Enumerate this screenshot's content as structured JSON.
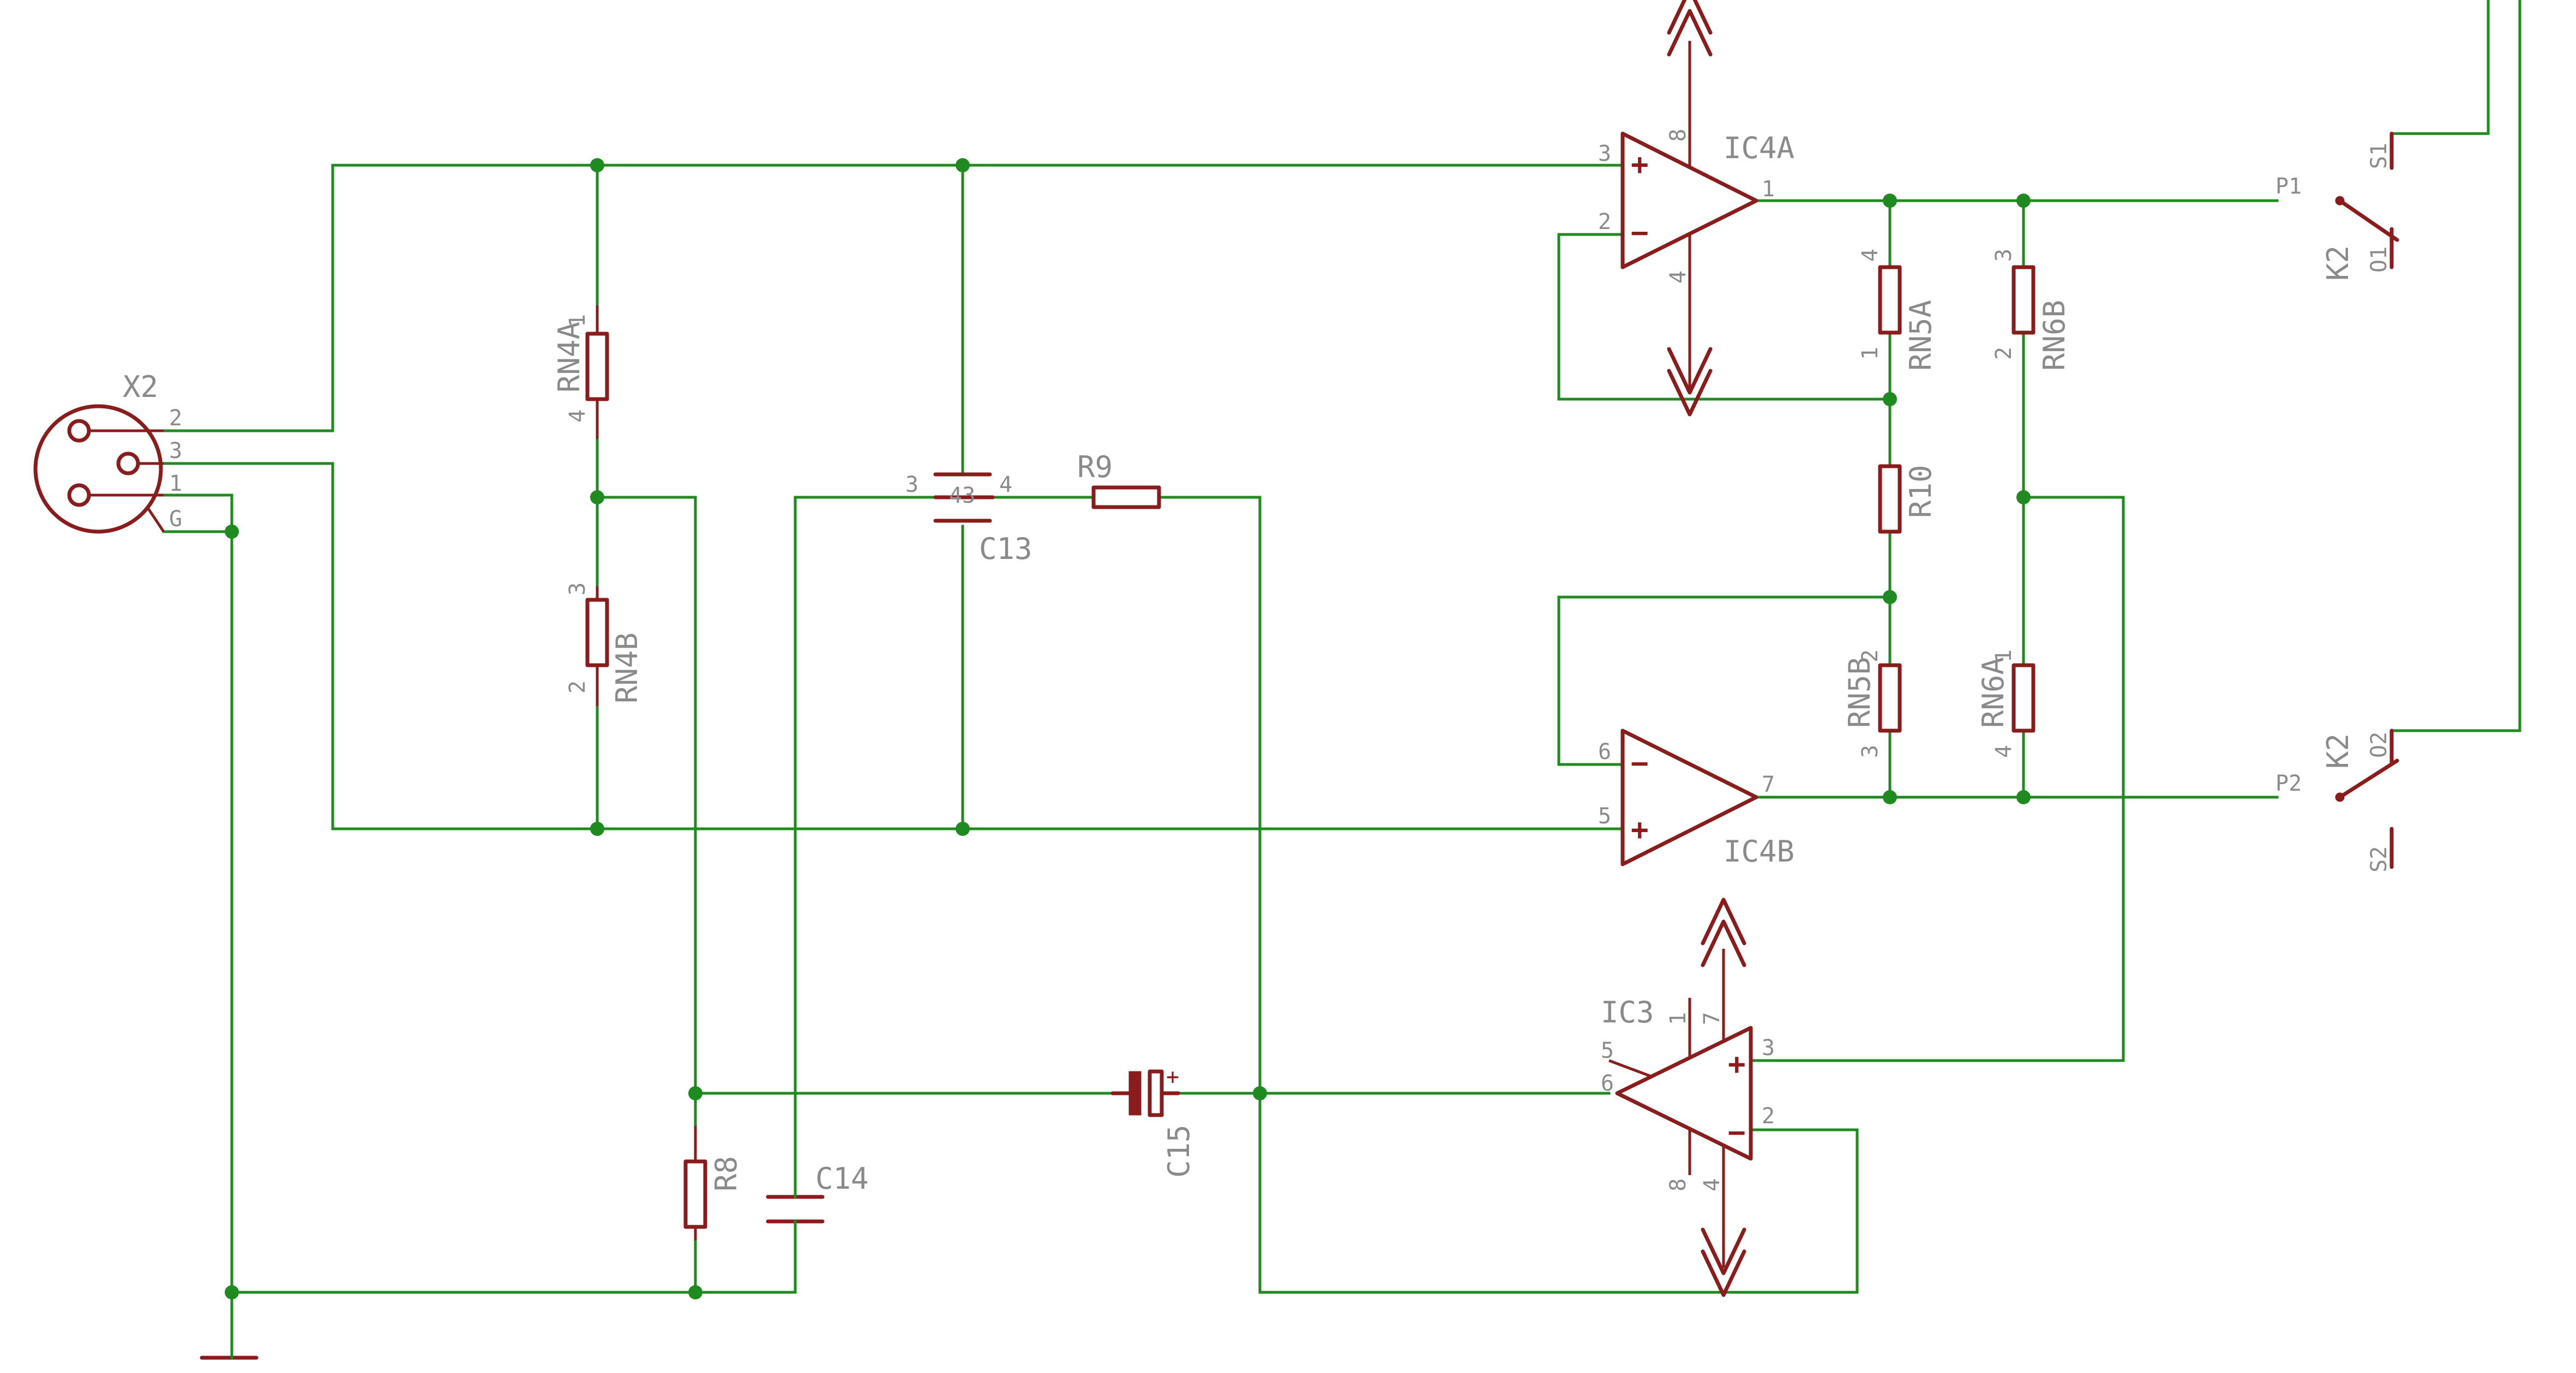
{
  "components": {
    "x2": {
      "name": "X2",
      "pins": [
        "2",
        "3",
        "1",
        "G"
      ]
    },
    "rn4a": {
      "name": "RN4A",
      "pin_top": "1",
      "pin_bottom": "4"
    },
    "rn4b": {
      "name": "RN4B",
      "pin_top": "3",
      "pin_bottom": "2"
    },
    "c13": {
      "name": "C13",
      "pin_left": "3",
      "pin_right": "4",
      "pin_mid": "43"
    },
    "r9": {
      "name": "R9"
    },
    "ic4a": {
      "name": "IC4A",
      "pin_in_plus": "3",
      "pin_in_minus": "2",
      "pin_out": "1",
      "pin_vcc": "8",
      "pin_gnd": "4",
      "plus": "+",
      "minus": "−"
    },
    "ic4b": {
      "name": "IC4B",
      "pin_in_minus": "6",
      "pin_in_plus": "5",
      "pin_out": "7",
      "plus": "+",
      "minus": "−"
    },
    "rn5a": {
      "name": "RN5A",
      "pin_top": "4",
      "pin_bottom": "1"
    },
    "rn6b": {
      "name": "RN6B",
      "pin_top": "3",
      "pin_bottom": "2"
    },
    "r10": {
      "name": "R10"
    },
    "rn5b": {
      "name": "RN5B",
      "pin_top": "2",
      "pin_bottom": "3"
    },
    "rn6a": {
      "name": "RN6A",
      "pin_top": "1",
      "pin_bottom": "4"
    },
    "ic3": {
      "name": "IC3",
      "pin_7": "7",
      "pin_1": "1",
      "pin_5": "5",
      "pin_6": "6",
      "pin_3": "3",
      "pin_2": "2",
      "pin_8": "8",
      "pin_4": "4",
      "plus": "+",
      "minus": "−"
    },
    "c15": {
      "name": "C15",
      "polarity": "+"
    },
    "r8": {
      "name": "R8"
    },
    "c14": {
      "name": "C14"
    },
    "k2_top": {
      "name": "K2",
      "pin_p": "P1",
      "pin_o": "O1",
      "pin_s": "S1"
    },
    "k2_bottom": {
      "name": "K2",
      "pin_p": "P2",
      "pin_o": "O2",
      "pin_s": "S2"
    }
  }
}
